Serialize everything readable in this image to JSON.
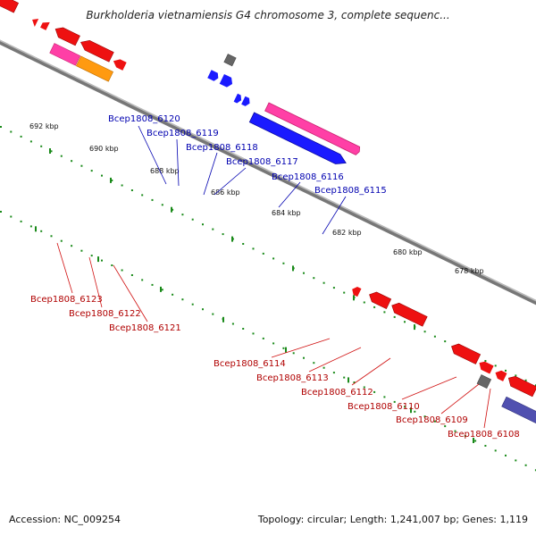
{
  "title": "Burkholderia vietnamiensis G4 chromosome 3, complete sequenc...",
  "footer": {
    "accession": "Accession: NC_009254",
    "summary": "Topology: circular; Length: 1,241,007 bp; Genes: 1,119"
  },
  "colors": {
    "backbone": "#777777",
    "ticks": "#1a8a1a",
    "forward_gene": "#1a1aff",
    "reverse_gene": "#ee1111",
    "label_blue": "#0000b0",
    "label_red": "#b00000",
    "pink": "#ff3fa6",
    "orange": "#ff9a10",
    "purple": "#5050b0",
    "grey": "#777777"
  },
  "scale_labels": [
    "692 kbp",
    "690 kbp",
    "688 kbp",
    "686 kbp",
    "684 kbp",
    "682 kbp",
    "680 kbp",
    "678 kbp"
  ],
  "forward_labels": [
    "Bcep1808_6120",
    "Bcep1808_6119",
    "Bcep1808_6118",
    "Bcep1808_6117",
    "Bcep1808_6116",
    "Bcep1808_6115"
  ],
  "reverse_labels": [
    "Bcep1808_6123",
    "Bcep1808_6122",
    "Bcep1808_6121",
    "Bcep1808_6114",
    "Bcep1808_6113",
    "Bcep1808_6112",
    "Bcep1808_6110",
    "Bcep1808_6109",
    "Bcep1808_6108"
  ]
}
